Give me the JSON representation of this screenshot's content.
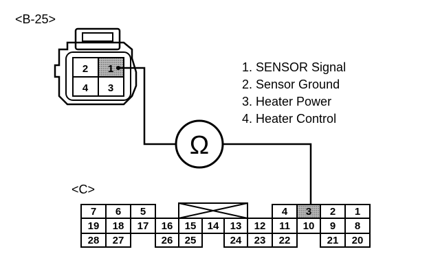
{
  "connector_b": {
    "label": "<B-25>",
    "pins": [
      "2",
      "1",
      "4",
      "3"
    ]
  },
  "connector_c": {
    "label": "<C>",
    "row1": [
      "7",
      "6",
      "5",
      "4",
      "3",
      "2",
      "1"
    ],
    "row2": [
      "19",
      "18",
      "17",
      "16",
      "15",
      "14",
      "13",
      "12",
      "11",
      "10",
      "9",
      "8"
    ],
    "row3": [
      "28",
      "27",
      "26",
      "25",
      "24",
      "23",
      "22",
      "21",
      "20"
    ]
  },
  "meter": {
    "symbol": "Ω"
  },
  "legend": [
    "1. SENSOR Signal",
    "2. Sensor Ground",
    "3. Heater Power",
    "4. Heater Control"
  ]
}
